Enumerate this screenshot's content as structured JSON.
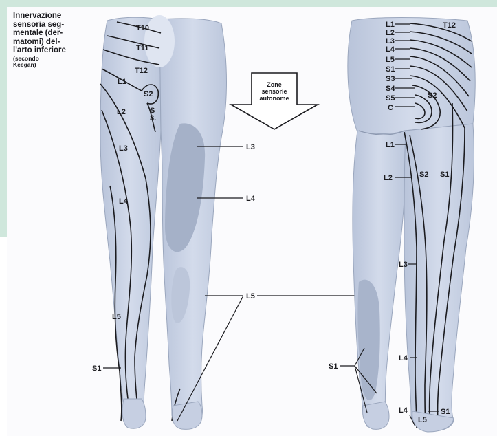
{
  "title": "Innervazione\nsensoria seg-\nmentale (der-\nmatomi) del-\nl'arto inferiore",
  "subtitle": "(secondo\nKeegan)",
  "arrow_label": "Zone\nsensorie\nautonome",
  "anterior_labels": {
    "t10": "T10",
    "t11": "T11",
    "t12": "T12",
    "l1": "L1",
    "s2": "S2",
    "s3": "S\n3.",
    "l2": "L2",
    "l3": "L3",
    "l4": "L4",
    "l5": "L5",
    "s1": "S1",
    "callout_l3": "L3",
    "callout_l4": "L4",
    "callout_l5": "L5"
  },
  "posterior_labels": {
    "t12": "T12",
    "l1": "L1",
    "l2": "L2",
    "l3": "L3",
    "l4": "L4",
    "l5": "L5",
    "s1": "S1",
    "s3": "S3",
    "s4": "S4",
    "s5": "S5",
    "c": "C",
    "s2": "S2",
    "s1_right": "S1",
    "l1_mid": "L1",
    "l2_mid": "L2",
    "s2_mid": "S2",
    "l3_low": "L3",
    "l4_low": "L4",
    "s1_low": "S1",
    "l4_foot": "L4",
    "l5_foot": "L5",
    "s1_foot": "S1"
  },
  "colors": {
    "skin": "#c9d3e6",
    "autonomous_zone": "#a8b4cb",
    "line": "#1b1b1f",
    "frame": "#cfe7dc"
  }
}
